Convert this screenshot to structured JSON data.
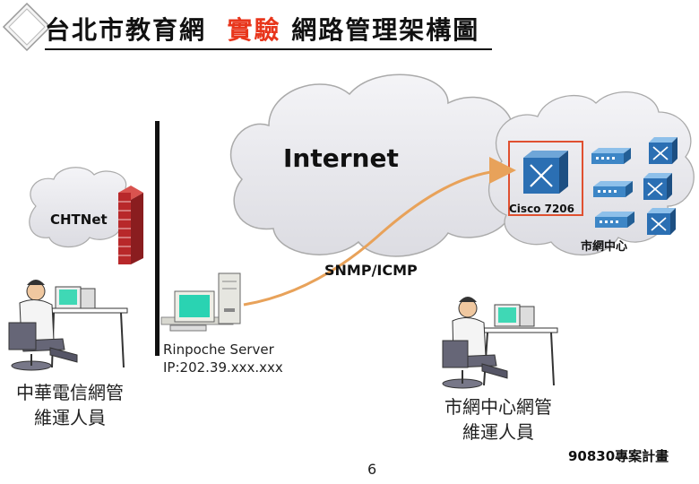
{
  "title": {
    "part1": "台北市教育網",
    "highlight": "實驗",
    "part2": "網路管理架構圖",
    "highlight_color": "#e8361c"
  },
  "labels": {
    "internet": "Internet",
    "chtnet": "CHTNet",
    "cisco": "Cisco 7206",
    "net_center": "市網中心",
    "snmp": "SNMP/ICMP",
    "server_line1": "Rinpoche Server",
    "server_line2": "IP:202.39.xxx.xxx",
    "cht_operator_line1": "中華電信網管",
    "cht_operator_line2": "維運人員",
    "nc_operator_line1": "市網中心網管",
    "nc_operator_line2": "維運人員",
    "page_number": "6",
    "project": "90830專案計畫"
  },
  "colors": {
    "cloud": "#e8e8ec",
    "arrow": "#e8a25a",
    "router_blue": "#2b6fb3",
    "firewall": "#b8282a",
    "highlight_box": "#e05030"
  }
}
